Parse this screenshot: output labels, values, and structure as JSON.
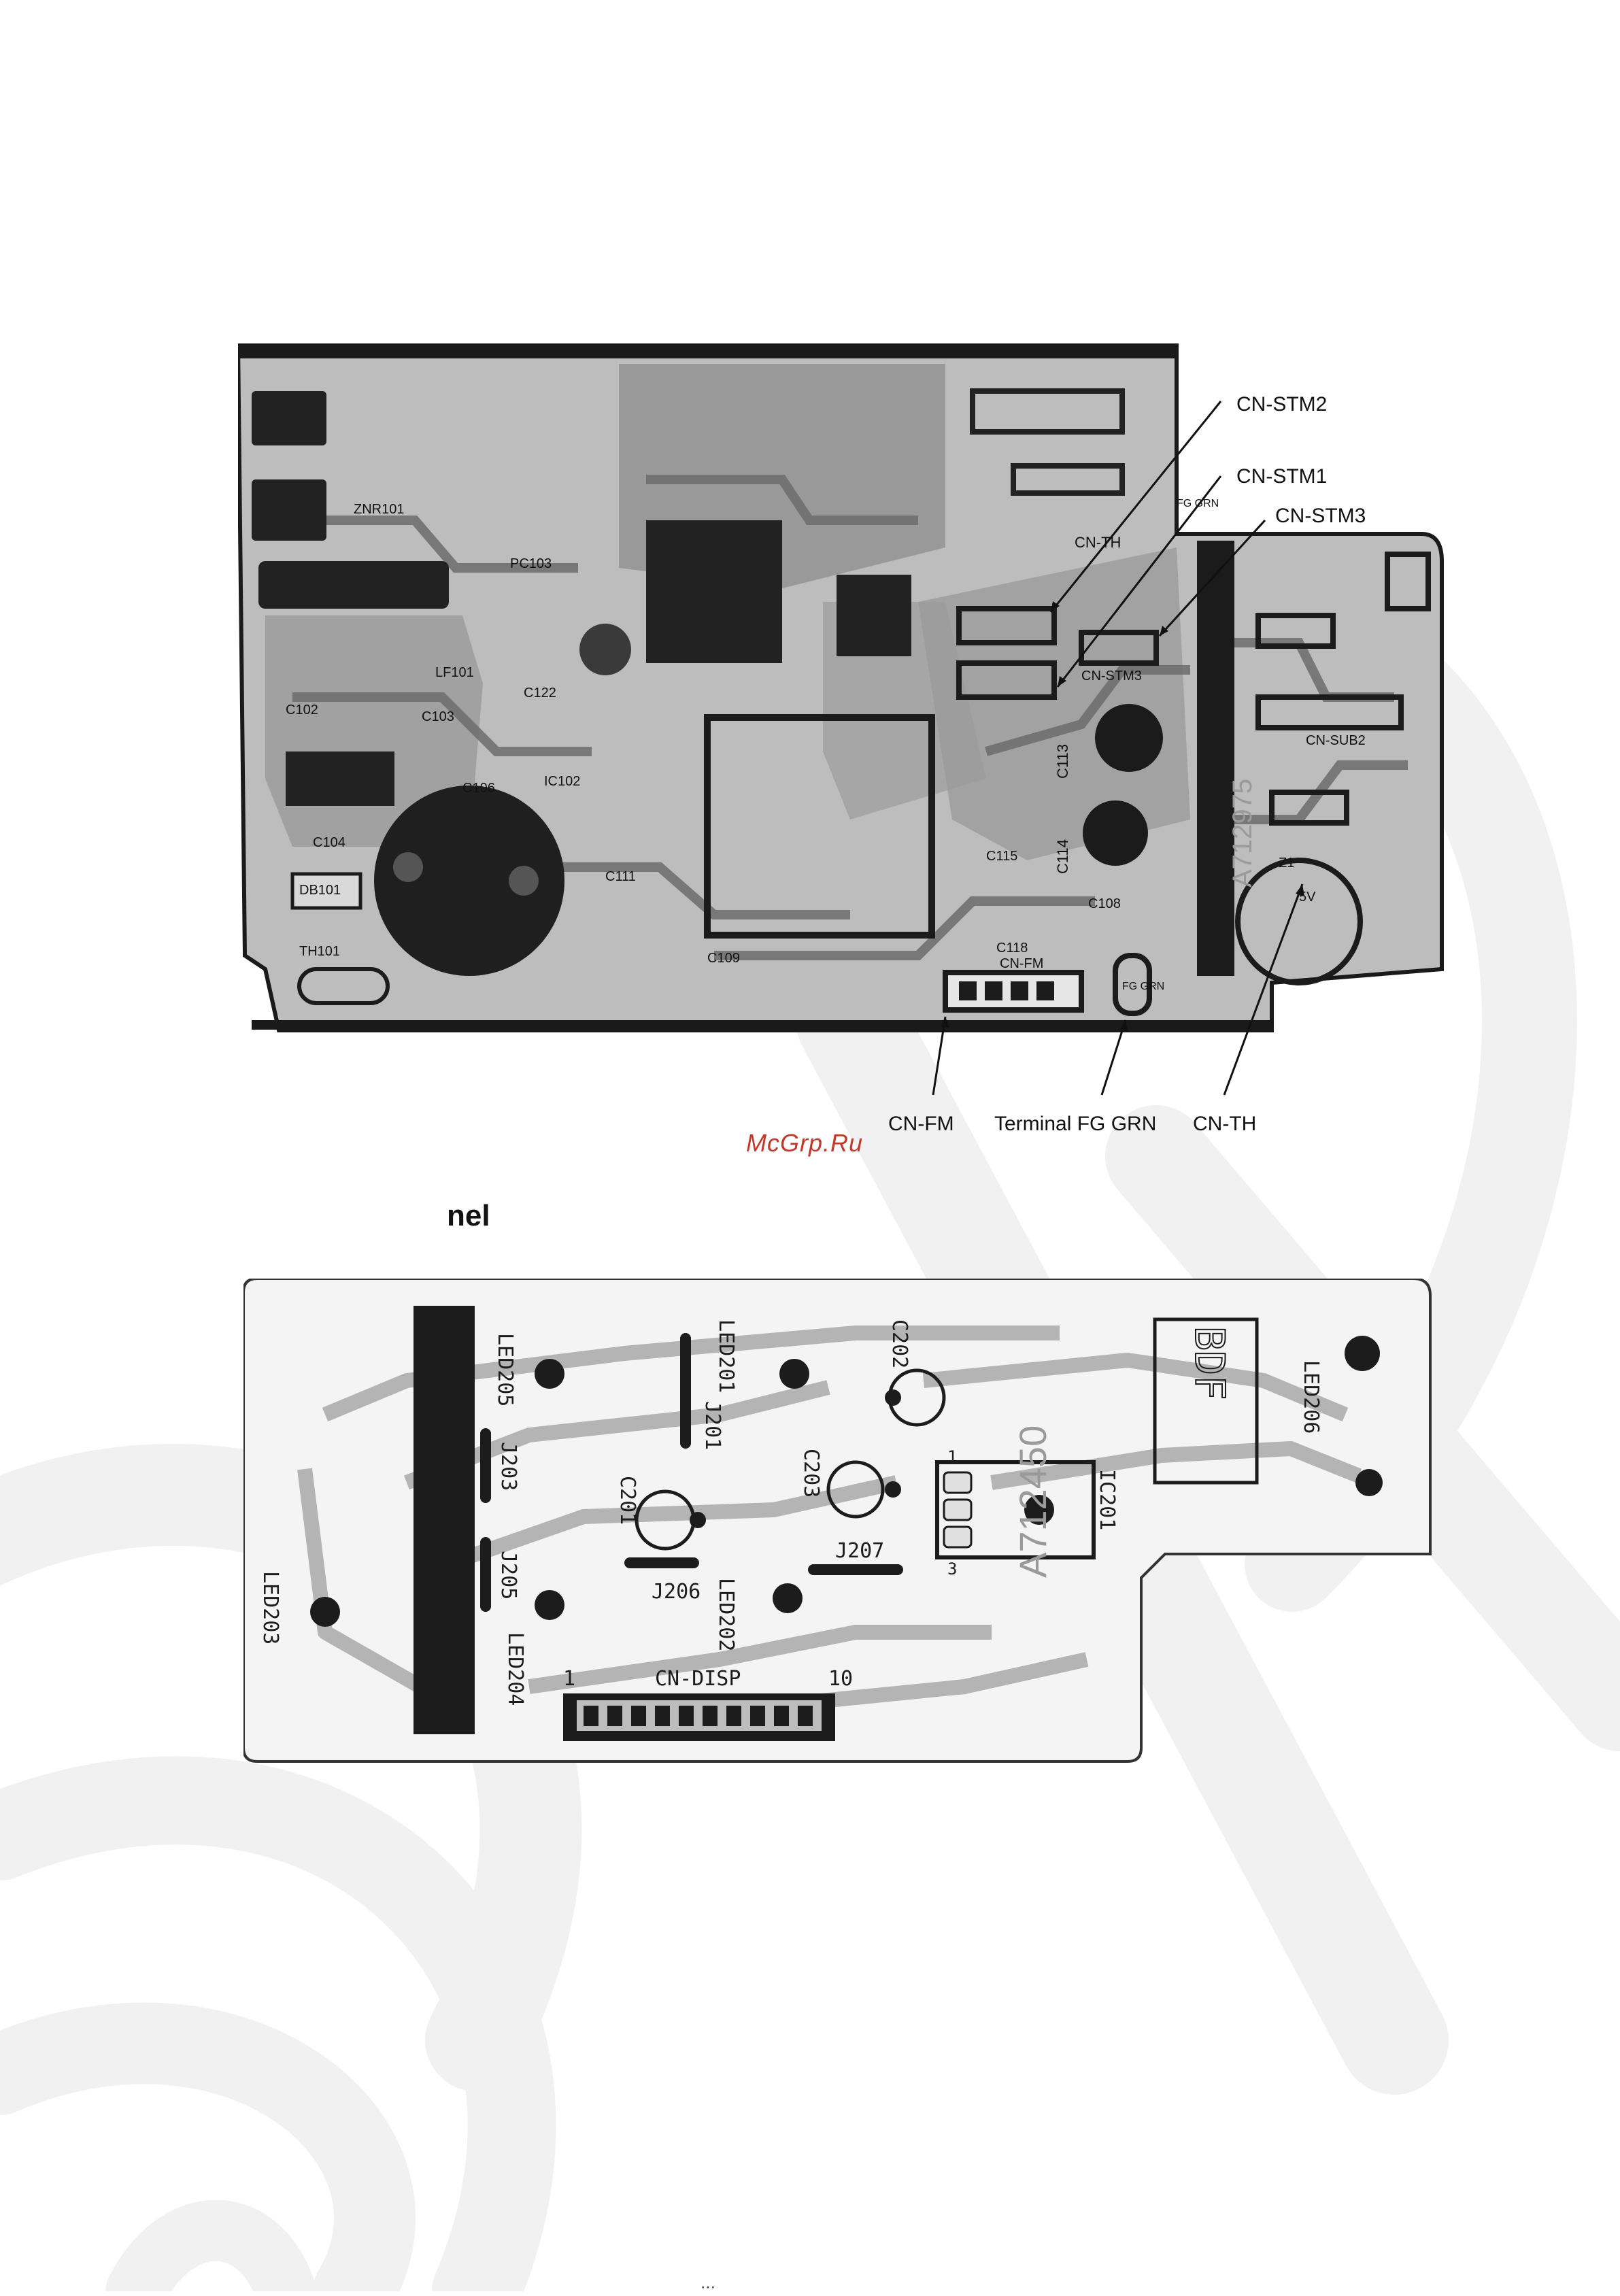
{
  "watermark": {
    "text": "McGrp.Ru",
    "color": "#c0392b"
  },
  "section_heading": "nel",
  "main_board": {
    "callouts": [
      {
        "id": "cn-stm2",
        "label": "CN-STM2"
      },
      {
        "id": "cn-stm1",
        "label": "CN-STM1"
      },
      {
        "id": "cn-stm3",
        "label": "CN-STM3"
      },
      {
        "id": "cn-fm",
        "label": "CN-FM"
      },
      {
        "id": "fg-grn",
        "label": "Terminal FG GRN"
      },
      {
        "id": "cn-th",
        "label": "CN-TH"
      }
    ],
    "silkscreen": {
      "part_no": "A712975",
      "labels": [
        "C102",
        "C103",
        "C104",
        "C106",
        "DB101",
        "TH101",
        "ZNR101",
        "PC103",
        "LF101",
        "C118",
        "CN-FM",
        "C109",
        "C111",
        "C113",
        "C114",
        "C115",
        "C108",
        "CN-SUB2",
        "CN-TH",
        "FG GRN",
        "5V",
        "Z1",
        "IC102",
        "C122",
        "CN-STM3"
      ],
      "fg_mark": "FG GRN"
    }
  },
  "display_board": {
    "part_no": "A712450",
    "labels": {
      "led205": "LED205",
      "led201": "LED201",
      "led203": "LED203",
      "led204": "LED204",
      "led202": "LED202",
      "led206": "LED206",
      "c202": "C202",
      "c201": "C201",
      "c203": "C203",
      "j201": "J201",
      "j203": "J203",
      "j205": "J205",
      "j206": "J206",
      "j207": "J207",
      "ic201": "IC201",
      "cn_disp": "CN-DISP",
      "pin1": "1",
      "pin10": "10",
      "ic_pin1": "1",
      "ic_pin3": "3",
      "bdf": "BDF"
    }
  },
  "colors": {
    "ink": "#111111",
    "board_dark": "#2a2a2a",
    "board_mid": "#8a8a8a",
    "board_light": "#d8d8d8"
  }
}
